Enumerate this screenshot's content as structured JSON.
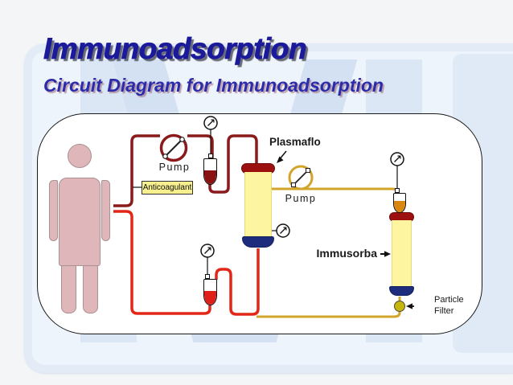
{
  "slide": {
    "title": "Immunoadsorption",
    "subtitle": "Circuit Diagram for Immunoadsorption"
  },
  "diagram": {
    "plasmaflo_label": "Plasmaflo",
    "immusorba_label": "Immusorba",
    "pump_blood_label": "Pump",
    "pump_plasma_label": "Pump",
    "anticoagulant_label": "Anticoagulant",
    "particle_filter_line1": "Particle",
    "particle_filter_line2": "Filter"
  },
  "colors": {
    "title_text": "#1a1a9b",
    "subtitle_text": "#2b2bab",
    "blood_line": "#8b1a1a",
    "return_line": "#e22718",
    "plasma_line": "#d2a42a",
    "column_body": "#fdf5a0",
    "column_cap_top": "#9c1010",
    "column_cap_bottom": "#1d2c7c",
    "anticoagulant_fill": "#f8ef8e",
    "patient_fill": "#dfb6ba",
    "particle_filter_fill": "#c6b50a",
    "chamber_blood_fluid": "#8b1212",
    "chamber_return_fluid": "#e02018",
    "chamber_plasma_fluid": "#d8880e"
  }
}
